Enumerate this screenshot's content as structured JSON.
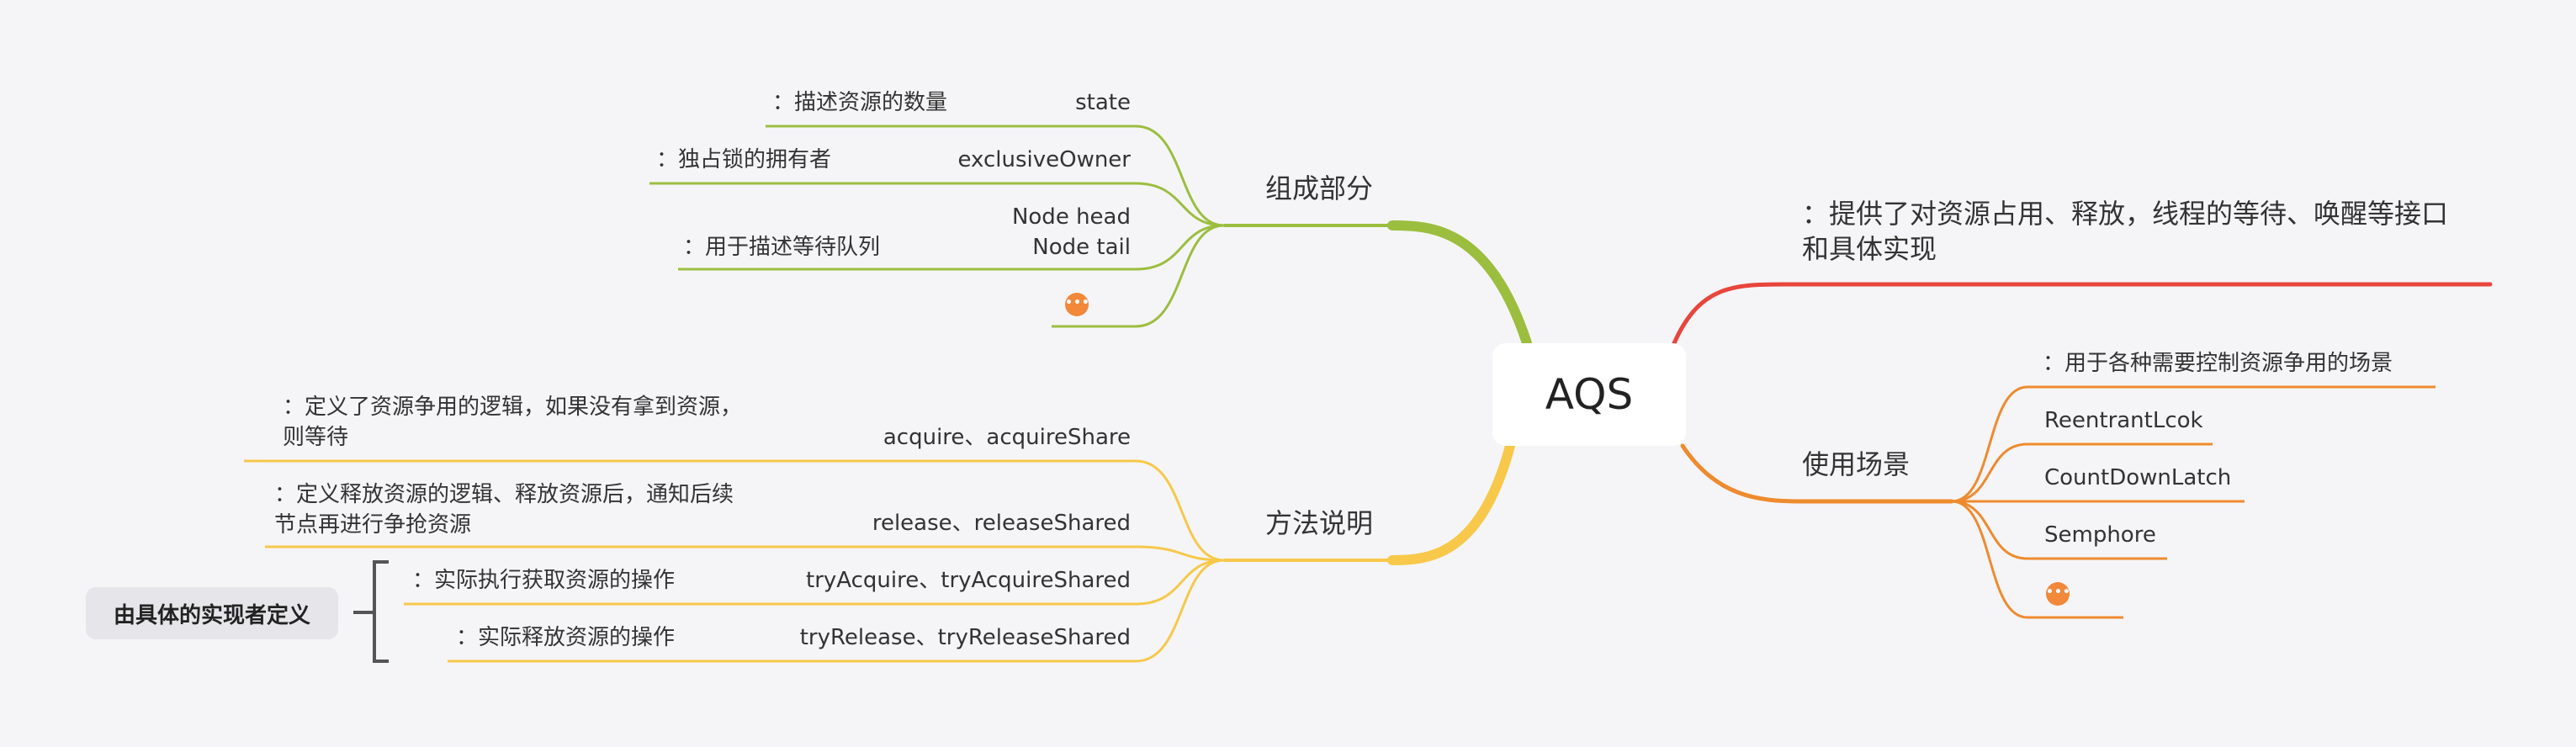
{
  "root": {
    "label": "AQS"
  },
  "colors": {
    "components": "#9cbe3f",
    "methods": "#f7c84a",
    "usage": "#ee8b2e",
    "description": "#e8453c",
    "summary_bracket": "#555555",
    "more_dot": "#f2883a"
  },
  "components": {
    "label": "组成部分",
    "items": [
      {
        "label": "state",
        "note": "：描述资源的数量"
      },
      {
        "label": "exclusiveOwner",
        "note": "：独占锁的拥有者"
      },
      {
        "label_lines": [
          "Node head",
          "Node tail"
        ],
        "note": "：用于描述等待队列"
      }
    ],
    "more_icon": "ellipsis-icon"
  },
  "description": {
    "lines": [
      "：提供了对资源占用、释放，线程的等待、唤醒等接口",
      "和具体实现"
    ]
  },
  "methods": {
    "label": "方法说明",
    "items": [
      {
        "label": "acquire、acquireShare",
        "note_lines": [
          "：定义了资源争用的逻辑，如果没有拿到资源，",
          "则等待"
        ]
      },
      {
        "label": "release、releaseShared",
        "note_lines": [
          "：定义释放资源的逻辑、释放资源后，通知后续",
          "节点再进行争抢资源"
        ]
      },
      {
        "label": "tryAcquire、tryAcquireShared",
        "note": "：实际执行获取资源的操作"
      },
      {
        "label": "tryRelease、tryReleaseShared",
        "note": "：实际释放资源的操作"
      }
    ],
    "summary": "由具体的实现者定义"
  },
  "usage": {
    "label": "使用场景",
    "note": "：用于各种需要控制资源争用的场景",
    "items": [
      "ReentrantLcok",
      "CountDownLatch",
      "Semphore"
    ],
    "more_icon": "ellipsis-icon"
  }
}
